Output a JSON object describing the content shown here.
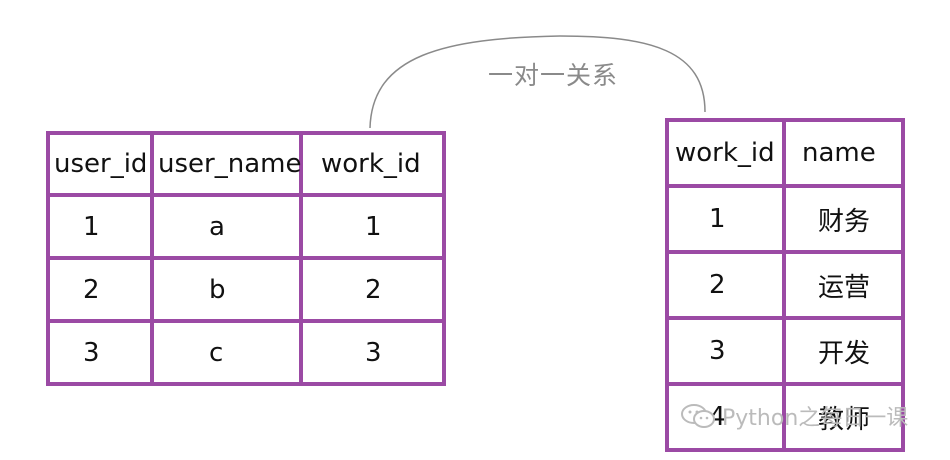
{
  "relation_label": "一对一关系",
  "user_table": {
    "headers": [
      "user_id",
      "user_name",
      "work_id"
    ],
    "rows": [
      [
        "1",
        "a",
        "1"
      ],
      [
        "2",
        "b",
        "2"
      ],
      [
        "3",
        "c",
        "3"
      ]
    ]
  },
  "work_table": {
    "headers": [
      "work_id",
      "name"
    ],
    "rows": [
      [
        "1",
        "财务"
      ],
      [
        "2",
        "运营"
      ],
      [
        "3",
        "开发"
      ],
      [
        "4",
        "教师"
      ]
    ]
  },
  "watermark": {
    "icon": "wechat-icon",
    "text": "Python之每日一课"
  },
  "colors": {
    "table_border": "#9b4aa4",
    "connector": "#8a8a8a",
    "label": "#8a8a8a",
    "watermark": "#bbbbbb"
  }
}
